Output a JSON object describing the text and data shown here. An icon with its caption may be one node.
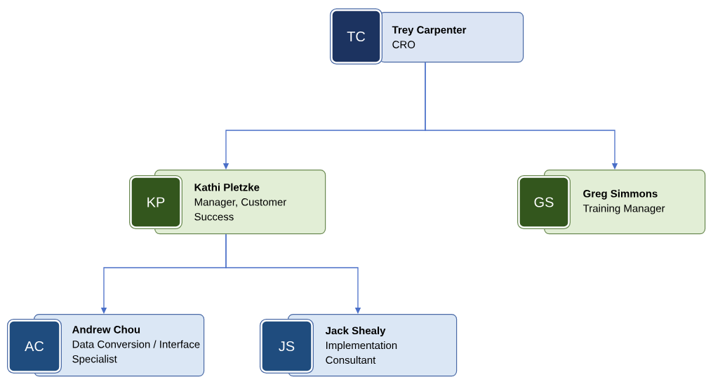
{
  "diagram": {
    "nodes": [
      {
        "text": [
          "TC"
        ]
      },
      {
        "text": [
          "Trey Carpenter",
          "CRO"
        ]
      },
      {
        "text": [
          "KP"
        ]
      },
      {
        "text": [
          "Kathi Pletzke",
          "Manager, Customer Success"
        ]
      },
      {
        "text": [
          "GS"
        ]
      },
      {
        "text": [
          "Greg Simmons",
          "Training Manager"
        ]
      },
      {
        "text": [
          "AC"
        ]
      },
      {
        "text": [
          "Andrew Chou",
          "Data Conversion / Interface Specialist"
        ]
      },
      {
        "text": [
          "JS"
        ]
      },
      {
        "text": [
          "Jack Shealy",
          "Implementation Consultant"
        ]
      }
    ],
    "edges": [
      {
        "from": 1,
        "to": 3,
        "arrow": "to"
      },
      {
        "from": 1,
        "to": 5,
        "arrow": "to"
      },
      {
        "from": 3,
        "to": 7,
        "arrow": "to"
      },
      {
        "from": 3,
        "to": 9,
        "arrow": "to"
      }
    ]
  }
}
